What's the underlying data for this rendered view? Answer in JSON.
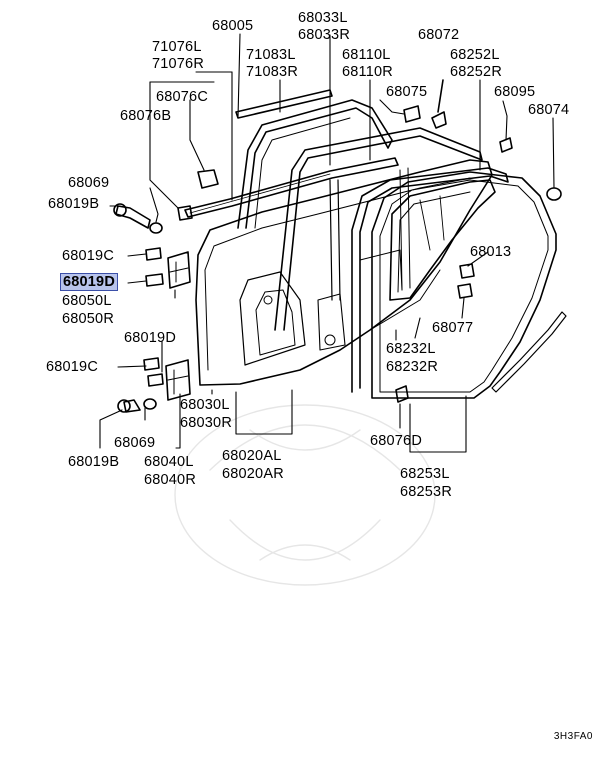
{
  "labels": {
    "p68005": "68005",
    "p68033": [
      "68033L",
      "68033R"
    ],
    "p68072": "68072",
    "p71076": [
      "71076L",
      "71076R"
    ],
    "p71083": [
      "71083L",
      "71083R"
    ],
    "p68110": [
      "68110L",
      "68110R"
    ],
    "p68252": [
      "68252L",
      "68252R"
    ],
    "p68076C": "68076C",
    "p68075": "68075",
    "p68095": "68095",
    "p68076B": "68076B",
    "p68074": "68074",
    "p68069_top": "68069",
    "p68019B_top": "68019B",
    "p68019C_top": "68019C",
    "p68019D_top": "68019D",
    "p68050": [
      "68050L",
      "68050R"
    ],
    "p68013": "68013",
    "p68019D_mid": "68019D",
    "p68077": "68077",
    "p68019C_mid": "68019C",
    "p68232": [
      "68232L",
      "68232R"
    ],
    "p68030": [
      "68030L",
      "68030R"
    ],
    "p68069_bot": "68069",
    "p68076D": "68076D",
    "p68019B_bot": "68019B",
    "p68040": [
      "68040L",
      "68040R"
    ],
    "p68020": [
      "68020AL",
      "68020AR"
    ],
    "p68253": [
      "68253L",
      "68253R"
    ]
  },
  "highlight_part": "68019D",
  "diagram_code": "3H3FA0",
  "colors": {
    "highlight_fill": "#b8c4ec",
    "highlight_border": "#3b4fa8",
    "line": "#000000"
  }
}
